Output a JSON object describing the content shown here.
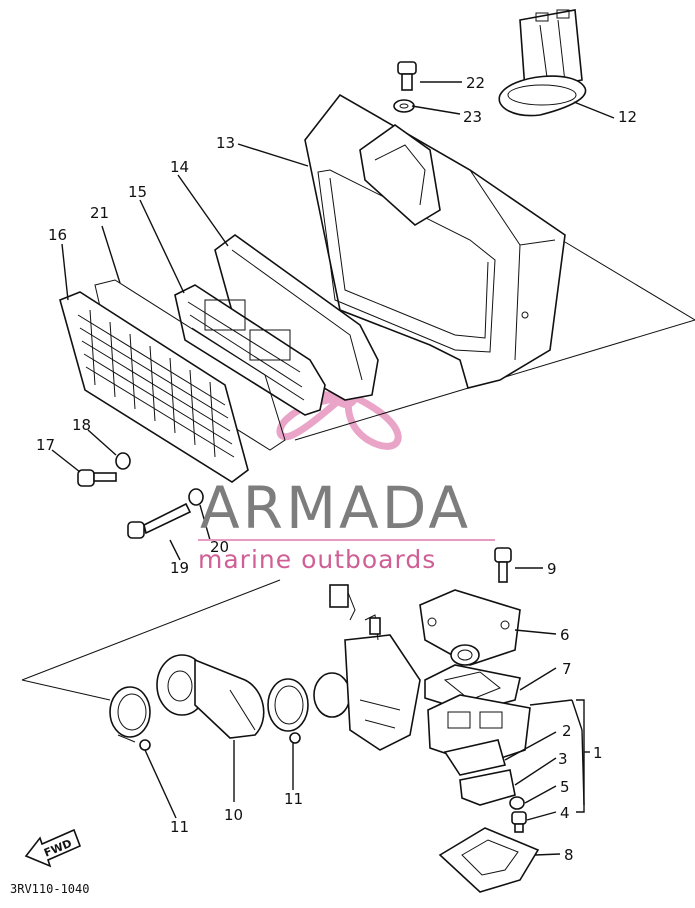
{
  "diagram_code": "3RV110-1040",
  "direction_label": "FWD",
  "watermark": {
    "title": "ARMADA",
    "subtitle": "marine outboards",
    "accent_color": "#e79bc2",
    "text_color": "#7d7d7d"
  },
  "callouts": {
    "c1": "1",
    "c2": "2",
    "c3": "3",
    "c4": "4",
    "c5": "5",
    "c6": "6",
    "c7": "7",
    "c8": "8",
    "c9": "9",
    "c10": "10",
    "c11a": "11",
    "c11b": "11",
    "c12": "12",
    "c13": "13",
    "c14": "14",
    "c15": "15",
    "c16": "16",
    "c17": "17",
    "c18": "18",
    "c19": "19",
    "c20": "20",
    "c21": "21",
    "c22": "22",
    "c23": "23"
  }
}
